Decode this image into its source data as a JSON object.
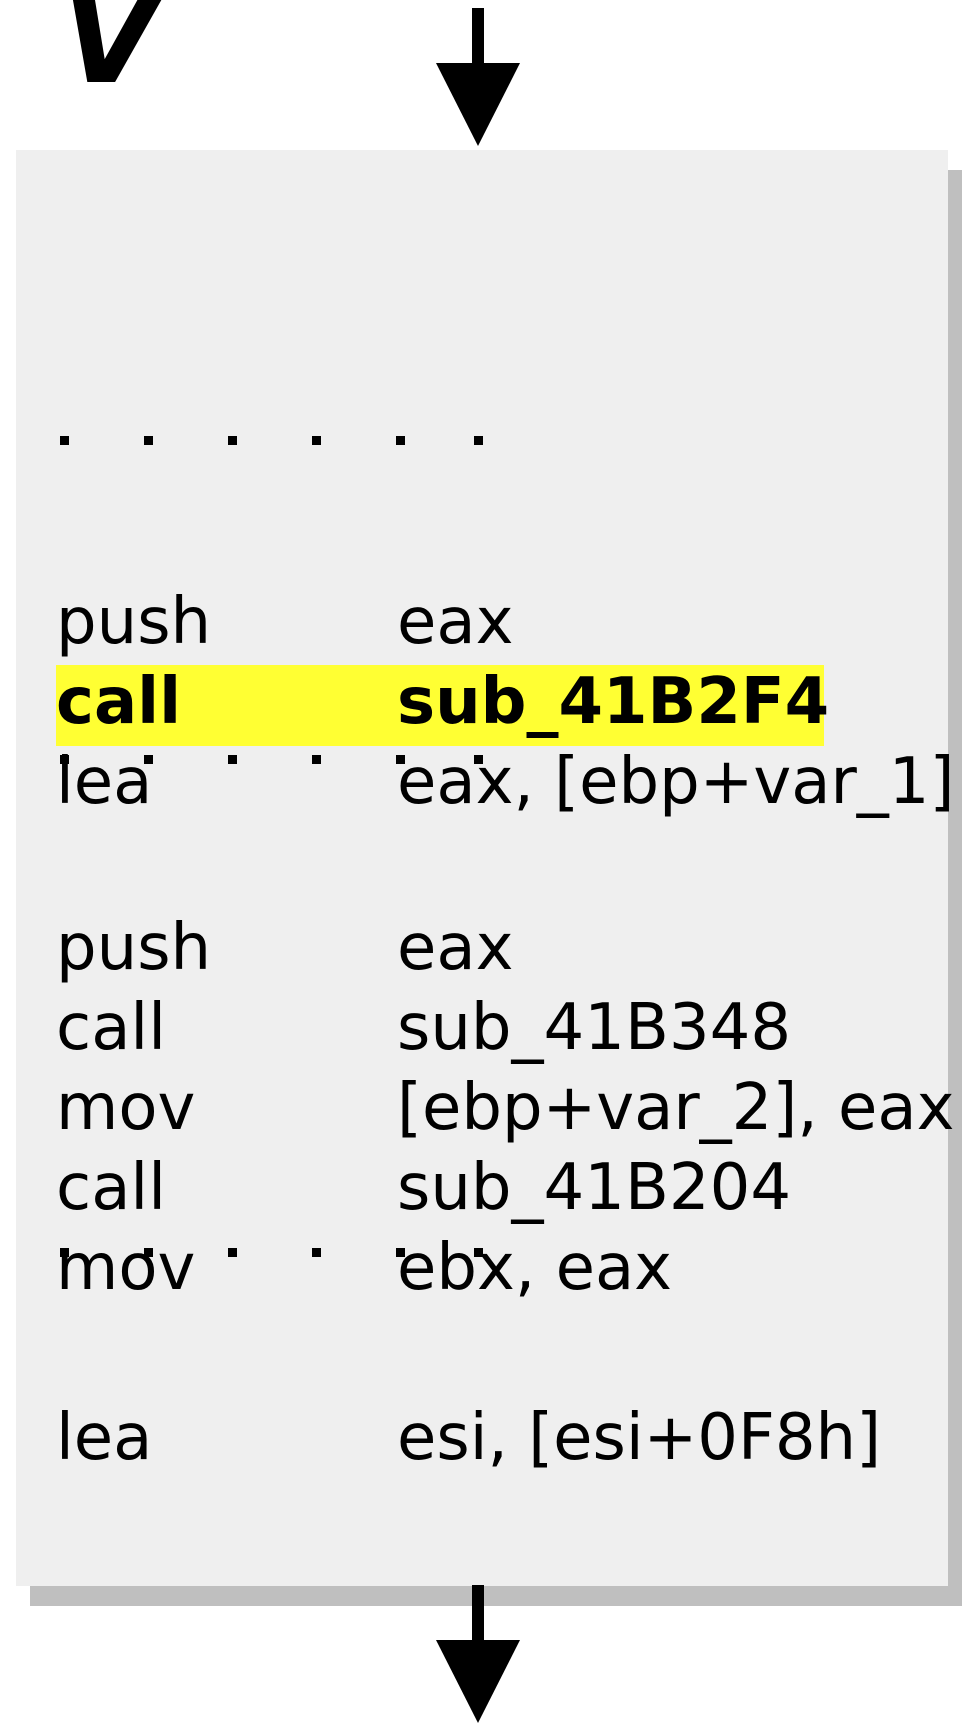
{
  "label": "V",
  "colors": {
    "block_bg": "#efefef",
    "shadow": "#bfbfbf",
    "highlight": "#ffff33",
    "text": "#000000"
  },
  "lines": [
    {
      "kind": "ellipsis"
    },
    {
      "mnemonic": "push",
      "operand": "eax"
    },
    {
      "mnemonic": "call",
      "operand": "sub_41B2F4",
      "highlighted": true
    },
    {
      "mnemonic": "lea",
      "operand": "eax, [ebp+var_1]"
    },
    {
      "kind": "ellipsis"
    },
    {
      "mnemonic": "push",
      "operand": "eax"
    },
    {
      "mnemonic": "call",
      "operand": "sub_41B348"
    },
    {
      "mnemonic": "mov",
      "operand": "[ebp+var_2], eax"
    },
    {
      "mnemonic": "call",
      "operand": "sub_41B204"
    },
    {
      "mnemonic": "mov",
      "operand": "ebx, eax"
    },
    {
      "kind": "ellipsis"
    },
    {
      "mnemonic": "lea",
      "operand": "esi, [esi+0F8h]"
    }
  ]
}
